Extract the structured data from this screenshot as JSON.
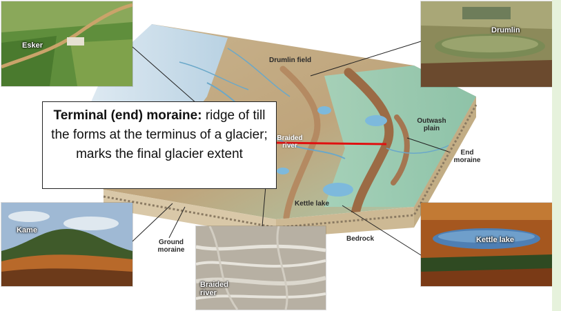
{
  "callout": {
    "term": "Terminal (end) moraine:",
    "definition": " ridge of till the forms at the terminus of a glacier; marks the final glacier extent"
  },
  "photos": {
    "esker": "Esker",
    "drumlin": "Drumlin",
    "kame": "Kame",
    "braided_river": "Braided river",
    "kettle_lake": "Kettle lake"
  },
  "diagram_labels": {
    "drumlin_field": "Drumlin field",
    "braided_river": "Braided river",
    "outwash_plain": "Outwash plain",
    "end_moraine": "End moraine",
    "ground_moraine": "Ground moraine",
    "kettle_lake": "Kettle lake",
    "bedrock": "Bedrock"
  },
  "colors": {
    "highlight_arrow": "#e01010",
    "background": "#e6f2dc"
  }
}
